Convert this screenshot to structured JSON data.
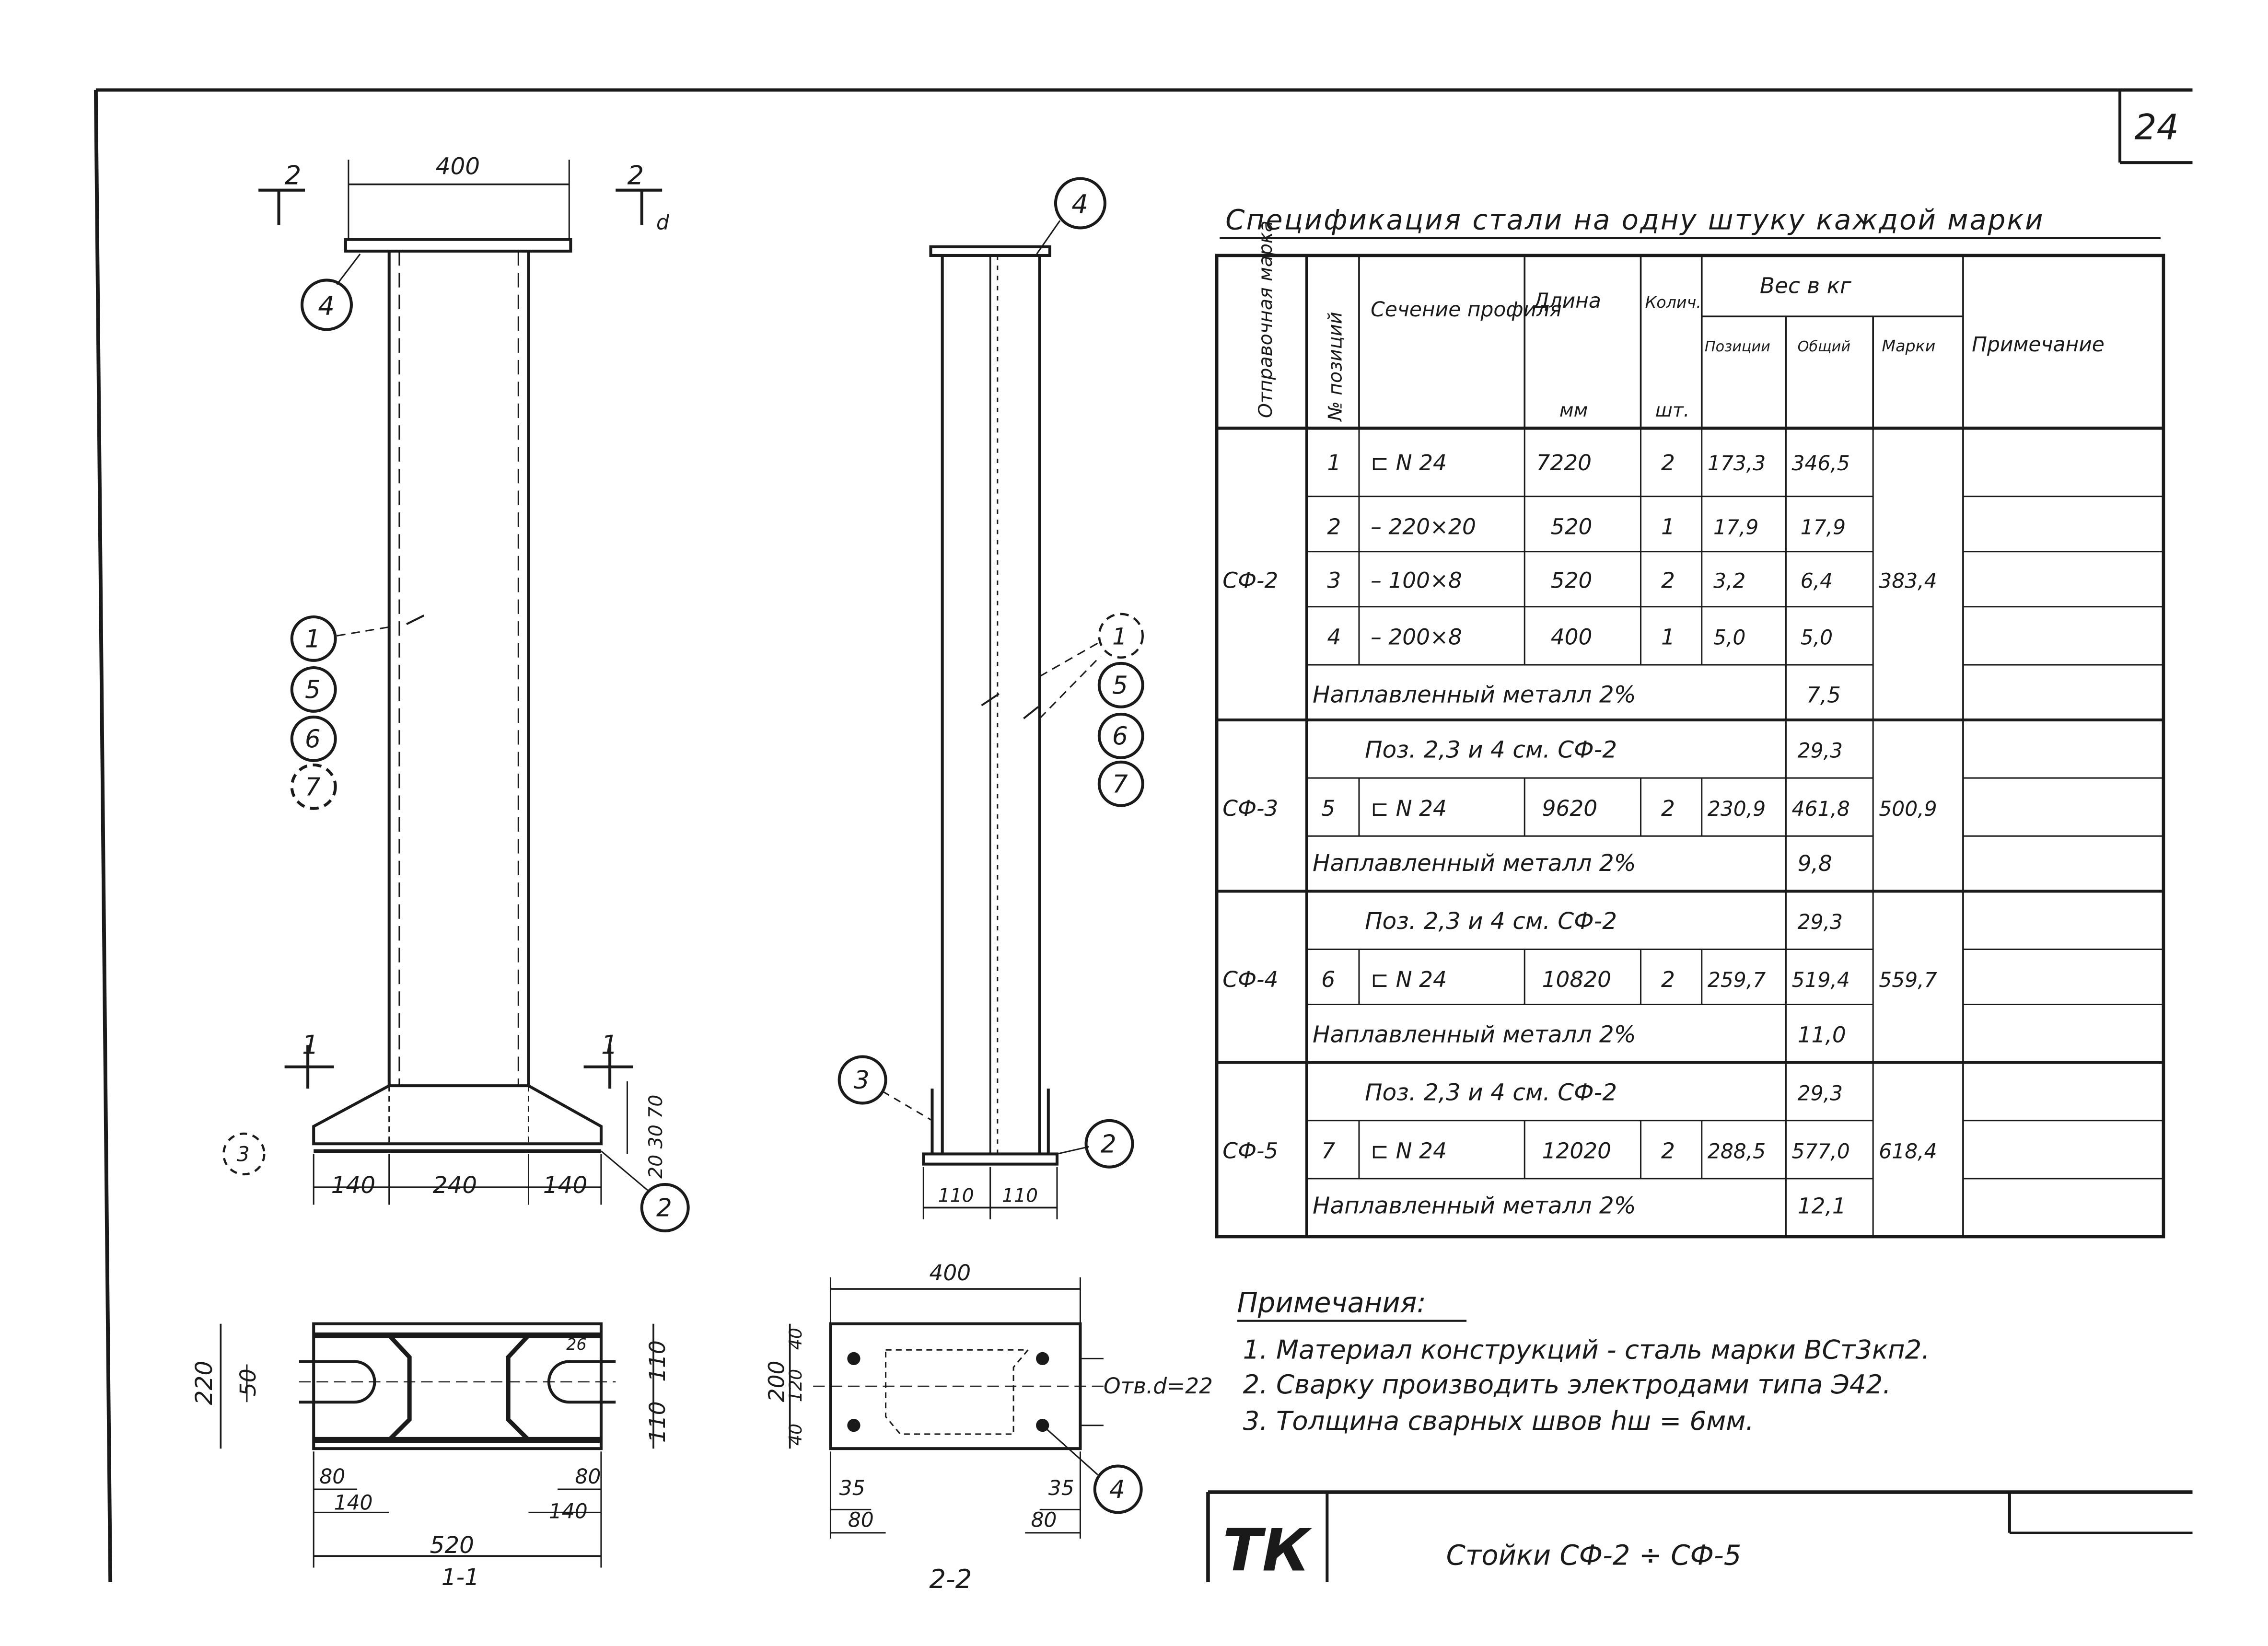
{
  "sheet": {
    "number": "24"
  },
  "title_block": {
    "code": "ТК",
    "title": "Стойки СФ-2 ÷ СФ-5"
  },
  "spec": {
    "title": "Спецификация стали на одну штуку каждой марки",
    "headers": {
      "mark": "Отправочная марка",
      "pos": "№ позиций",
      "section": "Сечение профиля",
      "length": "Длина",
      "length_unit": "мм",
      "qty": "Колич.",
      "qty_unit": "шт.",
      "weight": "Вес в кг",
      "w_pos": "Позиции",
      "w_all": "Общий",
      "w_mark": "Марки",
      "note": "Примечание"
    },
    "groups": [
      {
        "mark": "СФ-2",
        "mark_weight": "383,4",
        "rows": [
          {
            "pos": "1",
            "section": "⊏ N 24",
            "length": "7220",
            "qty": "2",
            "w_pos": "173,3",
            "w_all": "346,5"
          },
          {
            "pos": "2",
            "section": "– 220×20",
            "length": "520",
            "qty": "1",
            "w_pos": "17,9",
            "w_all": "17,9"
          },
          {
            "pos": "3",
            "section": "– 100×8",
            "length": "520",
            "qty": "2",
            "w_pos": "3,2",
            "w_all": "6,4"
          },
          {
            "pos": "4",
            "section": "– 200×8",
            "length": "400",
            "qty": "1",
            "w_pos": "5,0",
            "w_all": "5,0"
          }
        ],
        "weld_text": "Наплавленный металл 2%",
        "weld_value": "7,5"
      },
      {
        "mark": "СФ-3",
        "mark_weight": "500,9",
        "ref_text": "Поз. 2,3 и 4 см. СФ-2",
        "ref_value": "29,3",
        "rows": [
          {
            "pos": "5",
            "section": "⊏ N 24",
            "length": "9620",
            "qty": "2",
            "w_pos": "230,9",
            "w_all": "461,8"
          }
        ],
        "weld_text": "Наплавленный металл 2%",
        "weld_value": "9,8"
      },
      {
        "mark": "СФ-4",
        "mark_weight": "559,7",
        "ref_text": "Поз. 2,3 и 4 см. СФ-2",
        "ref_value": "29,3",
        "rows": [
          {
            "pos": "6",
            "section": "⊏ N 24",
            "length": "10820",
            "qty": "2",
            "w_pos": "259,7",
            "w_all": "519,4"
          }
        ],
        "weld_text": "Наплавленный металл 2%",
        "weld_value": "11,0"
      },
      {
        "mark": "СФ-5",
        "mark_weight": "618,4",
        "ref_text": "Поз. 2,3 и 4 см. СФ-2",
        "ref_value": "29,3",
        "rows": [
          {
            "pos": "7",
            "section": "⊏ N 24",
            "length": "12020",
            "qty": "2",
            "w_pos": "288,5",
            "w_all": "577,0"
          }
        ],
        "weld_text": "Наплавленный металл 2%",
        "weld_value": "12,1"
      }
    ]
  },
  "notes": {
    "title": "Примечания:",
    "items": [
      "1. Материал конструкций - сталь марки ВСт3кп2.",
      "2. Сварку производить электродами типа Э42.",
      "3. Толщина сварных швов hш = 6мм."
    ]
  },
  "front_view": {
    "cut_top_left": "2",
    "cut_top_right": "2",
    "cut_bottom_left": "1",
    "cut_bottom_right": "1",
    "dim_width": "400",
    "dim_d": "d",
    "dim_base_left": "140",
    "dim_base_mid": "240",
    "dim_base_right": "140",
    "dim_heights": "20 30 70",
    "callouts_top": "4",
    "callouts_side": [
      "1",
      "5",
      "6",
      "7"
    ],
    "callout_base": "2",
    "callout_left": "3"
  },
  "side_view": {
    "callout_top": "4",
    "callouts_side": [
      "1",
      "5",
      "6",
      "7"
    ],
    "callout_left": "3",
    "callout_right": "2",
    "dim_left": "110",
    "dim_right": "110"
  },
  "section_1_1": {
    "label": "1-1",
    "dim_total": "520",
    "dim_height": "220",
    "dim_slot": "50",
    "dim_slot_right": "26",
    "dim_right_top": "110",
    "dim_right_bottom": "110",
    "dim_left_a": "80",
    "dim_left_b": "140",
    "dim_right_a": "80",
    "dim_right_b": "140"
  },
  "section_2_2": {
    "label": "2-2",
    "dim_top": "400",
    "dim_height": "200",
    "dim_v": [
      "40",
      "120",
      "40"
    ],
    "holes": "Отв.d=22",
    "callout": "4",
    "dim_left_a": "35",
    "dim_left_b": "80",
    "dim_right_a": "35",
    "dim_right_b": "80"
  }
}
